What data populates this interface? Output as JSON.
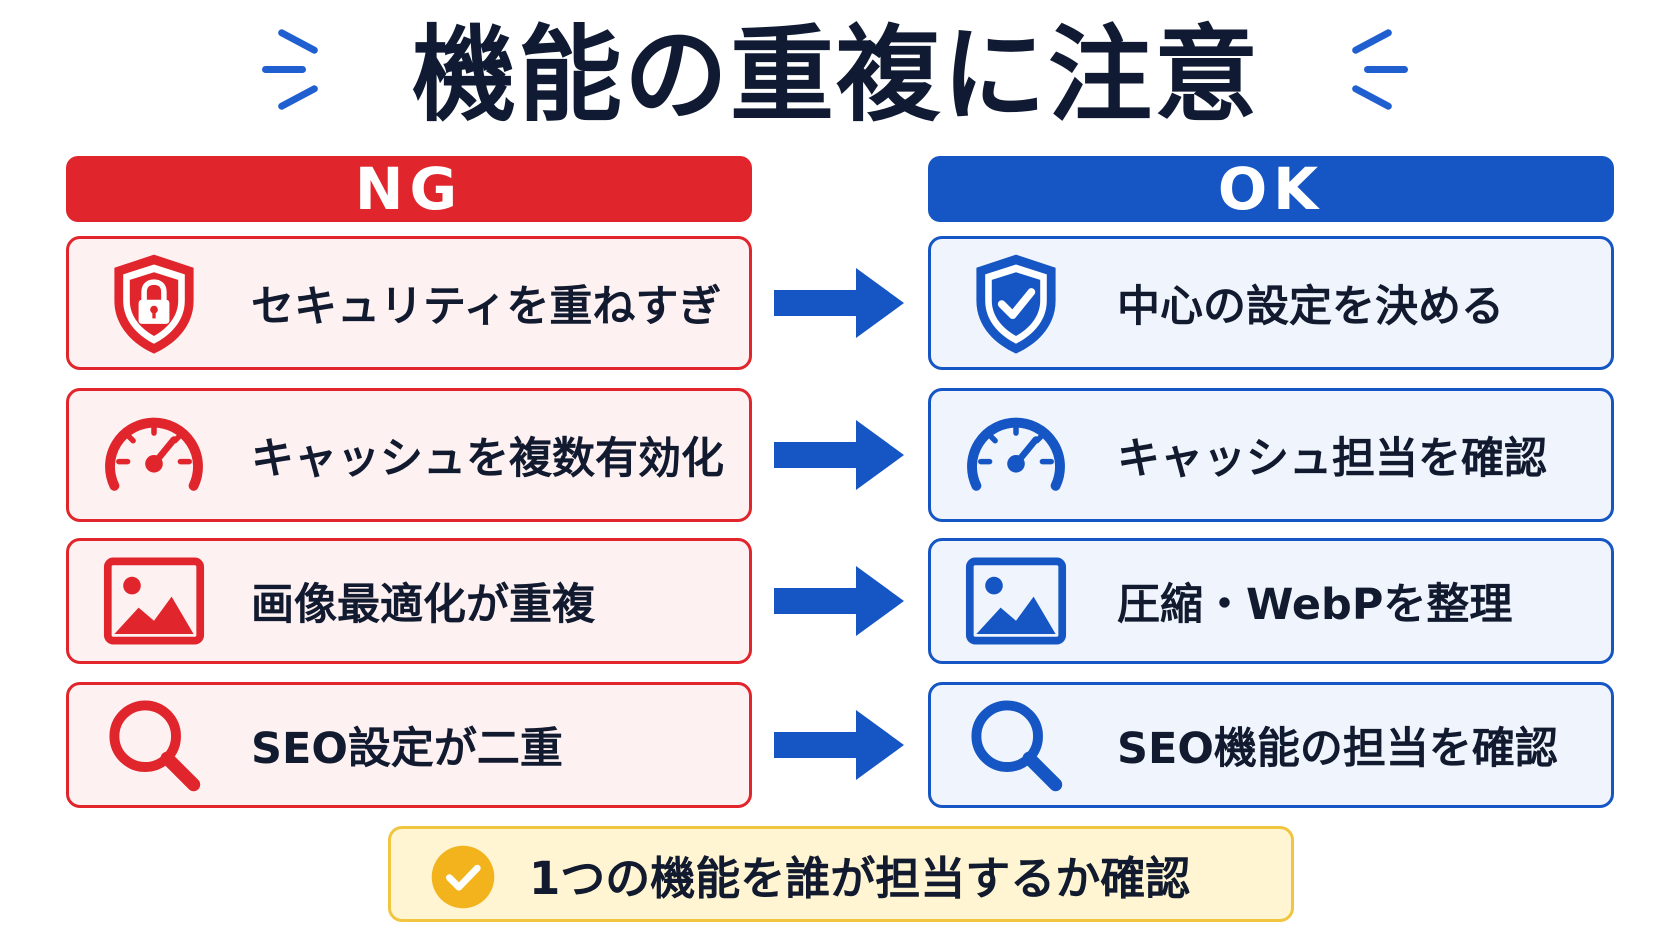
{
  "title": "機能の重複に注意",
  "colors": {
    "ng": "#e0262c",
    "ok": "#1656c4",
    "note": "#f0c53f",
    "text": "#101b33"
  },
  "ng": {
    "header": "NG",
    "items": [
      {
        "icon": "shield-lock-icon",
        "label": "セキュリティを重ねすぎ"
      },
      {
        "icon": "speedometer-icon",
        "label": "キャッシュを複数有効化"
      },
      {
        "icon": "image-icon",
        "label": "画像最適化が重複"
      },
      {
        "icon": "search-icon",
        "label": "SEO設定が二重"
      }
    ]
  },
  "ok": {
    "header": "OK",
    "items": [
      {
        "icon": "shield-check-icon",
        "label": "中心の設定を決める"
      },
      {
        "icon": "speedometer-icon",
        "label": "キャッシュ担当を確認"
      },
      {
        "icon": "image-icon",
        "label": "圧縮・WebPを整理"
      },
      {
        "icon": "search-icon",
        "label": "SEO機能の担当を確認"
      }
    ]
  },
  "note": {
    "icon": "check-circle-icon",
    "label": "1つの機能を誰が担当するか確認"
  }
}
